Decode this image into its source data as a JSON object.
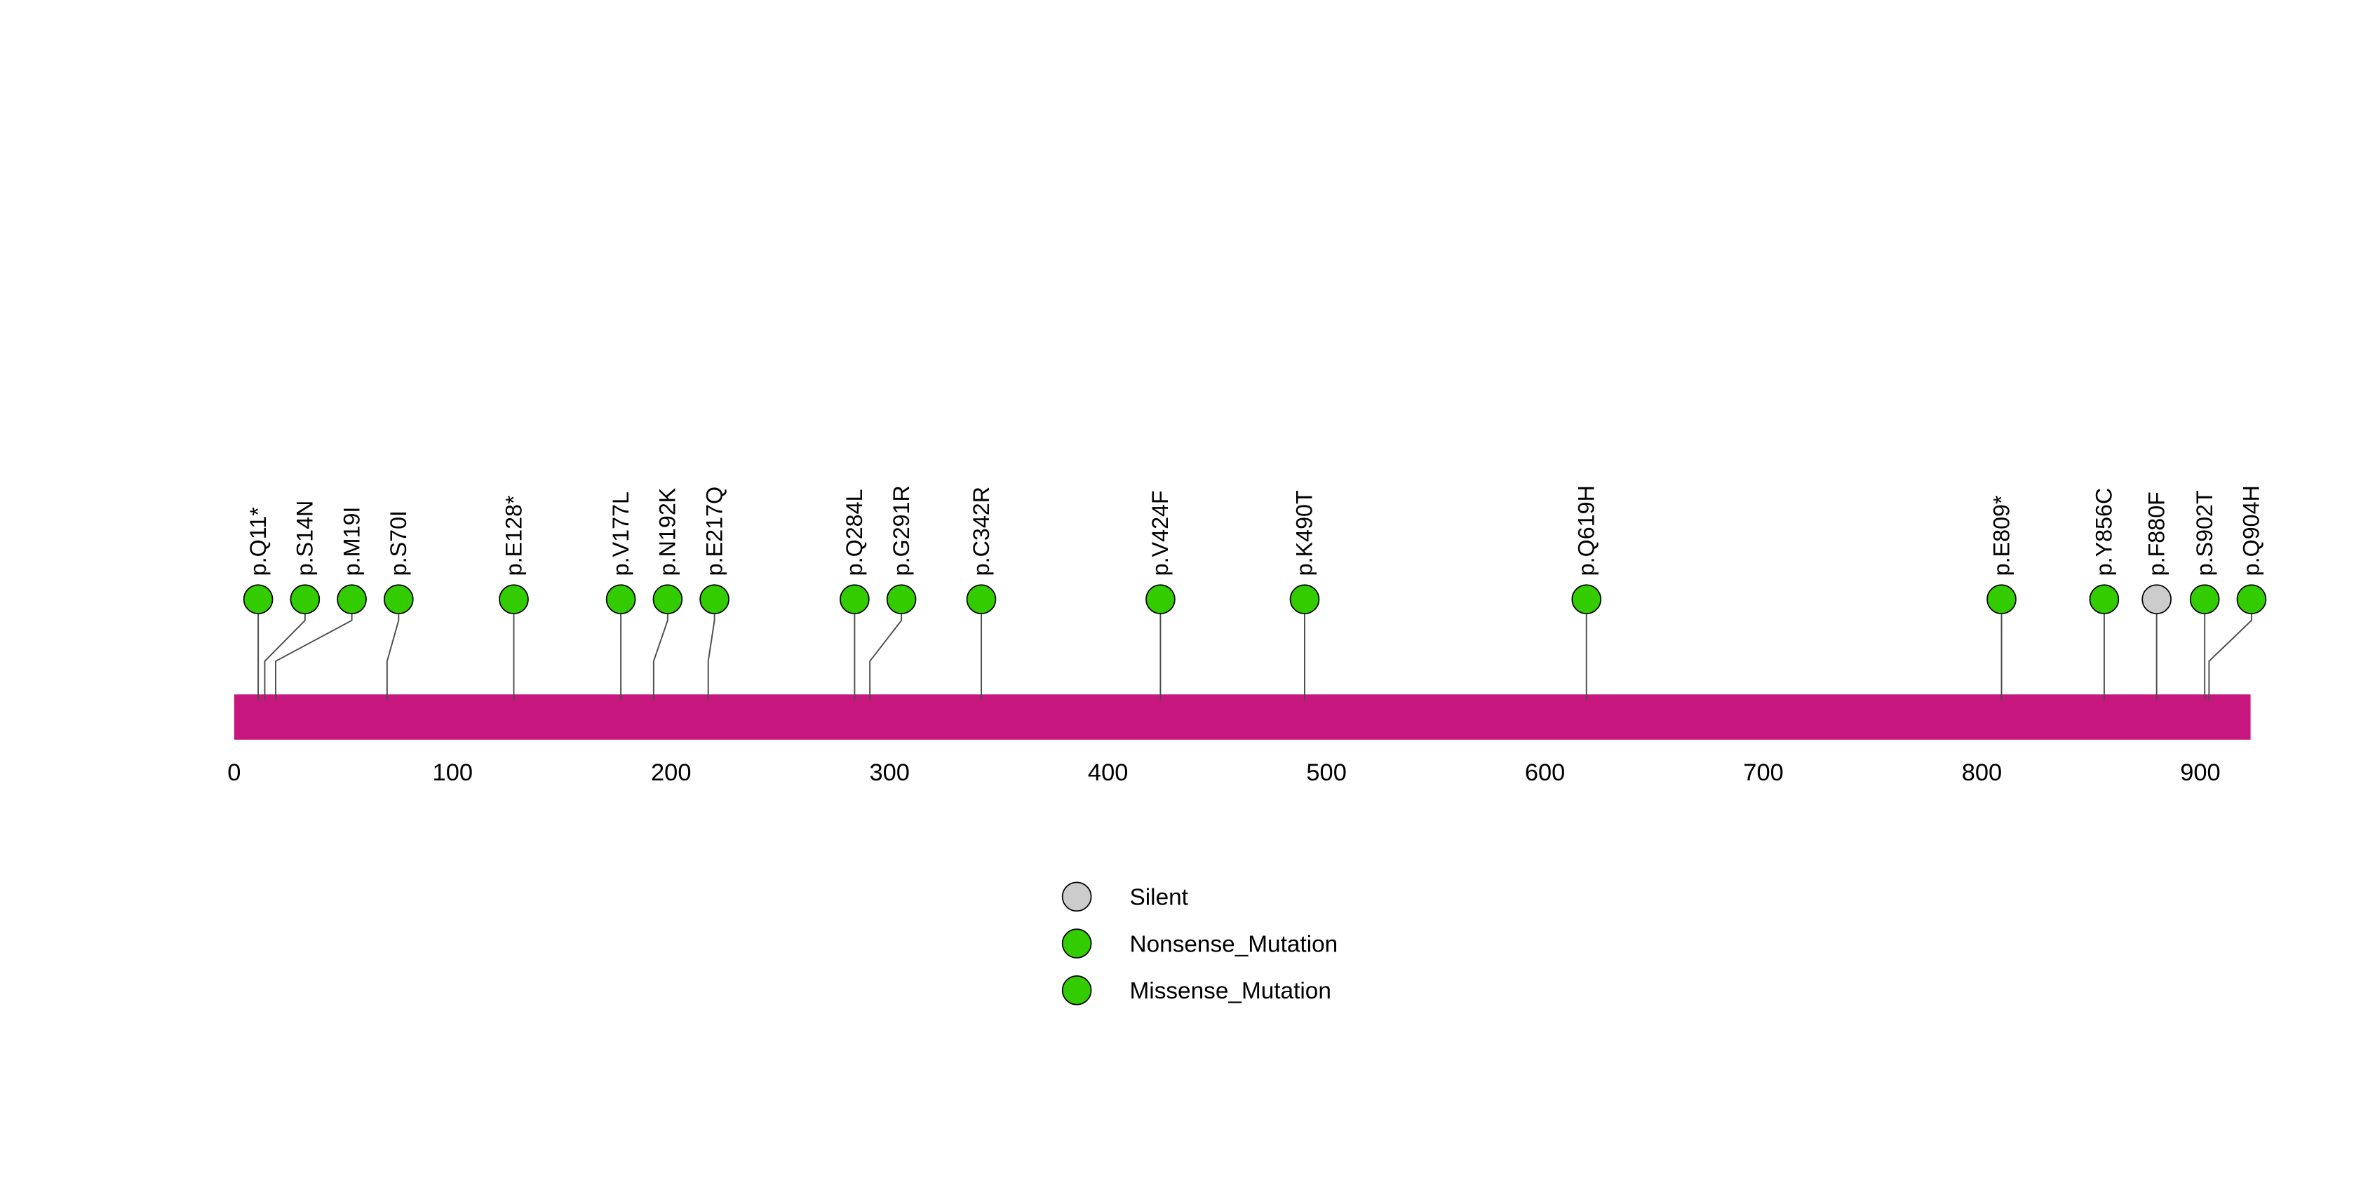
{
  "chart_data": {
    "type": "lollipop",
    "title": "",
    "xlabel": "",
    "ylabel": "",
    "protein_length": 923,
    "xlim": [
      0,
      923
    ],
    "x_ticks": [
      "0",
      "100",
      "200",
      "300",
      "400",
      "500",
      "600",
      "700",
      "800",
      "900"
    ],
    "grid": false,
    "legend_position": "bottom-center",
    "backbone_color": "#C7177E",
    "mutation_types": {
      "Silent": "#CCCCCC",
      "Nonsense_Mutation": "#33CC00",
      "Missense_Mutation": "#33CC00"
    },
    "legend": [
      {
        "label": "Silent",
        "type": "Silent"
      },
      {
        "label": "Nonsense_Mutation",
        "type": "Nonsense_Mutation"
      },
      {
        "label": "Missense_Mutation",
        "type": "Missense_Mutation"
      }
    ],
    "mutations": [
      {
        "label": "p.Q11*",
        "pos": 11,
        "type": "Nonsense_Mutation"
      },
      {
        "label": "p.S14N",
        "pos": 14,
        "type": "Missense_Mutation"
      },
      {
        "label": "p.M19I",
        "pos": 19,
        "type": "Missense_Mutation"
      },
      {
        "label": "p.S70I",
        "pos": 70,
        "type": "Missense_Mutation"
      },
      {
        "label": "p.E128*",
        "pos": 128,
        "type": "Nonsense_Mutation"
      },
      {
        "label": "p.V177L",
        "pos": 177,
        "type": "Missense_Mutation"
      },
      {
        "label": "p.N192K",
        "pos": 192,
        "type": "Missense_Mutation"
      },
      {
        "label": "p.E217Q",
        "pos": 217,
        "type": "Missense_Mutation"
      },
      {
        "label": "p.Q284L",
        "pos": 284,
        "type": "Missense_Mutation"
      },
      {
        "label": "p.G291R",
        "pos": 291,
        "type": "Missense_Mutation"
      },
      {
        "label": "p.C342R",
        "pos": 342,
        "type": "Missense_Mutation"
      },
      {
        "label": "p.V424F",
        "pos": 424,
        "type": "Missense_Mutation"
      },
      {
        "label": "p.K490T",
        "pos": 490,
        "type": "Missense_Mutation"
      },
      {
        "label": "p.Q619H",
        "pos": 619,
        "type": "Missense_Mutation"
      },
      {
        "label": "p.E809*",
        "pos": 809,
        "type": "Nonsense_Mutation"
      },
      {
        "label": "p.Y856C",
        "pos": 856,
        "type": "Missense_Mutation"
      },
      {
        "label": "p.F880F",
        "pos": 880,
        "type": "Silent"
      },
      {
        "label": "p.S902T",
        "pos": 902,
        "type": "Missense_Mutation"
      },
      {
        "label": "p.Q904H",
        "pos": 904,
        "type": "Missense_Mutation"
      }
    ]
  }
}
